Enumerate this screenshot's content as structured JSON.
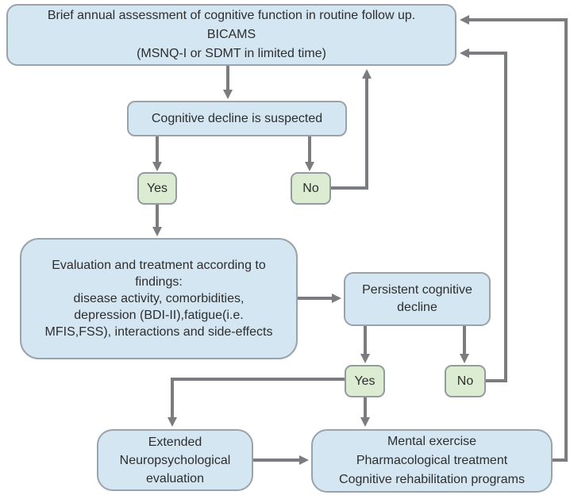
{
  "colors": {
    "background": "#ffffff",
    "box_fill": "#d5e6f3",
    "box_border": "#9aa2aa",
    "decision_fill": "#dcecd3",
    "decision_border": "#939b9e",
    "arrow": "#7b7c80",
    "text": "#2d2d2d"
  },
  "nodes": {
    "assessment": {
      "line1": "Brief annual assessment of cognitive function in routine follow up.",
      "line2": "BICAMS",
      "line3": "(MSNQ-I or SDMT in limited time)"
    },
    "suspected": {
      "label": "Cognitive decline is suspected"
    },
    "yes_upper": {
      "label": "Yes"
    },
    "no_upper": {
      "label": "No"
    },
    "evaluation": {
      "line1": "Evaluation and treatment according to",
      "line2": "findings:",
      "line3": "disease activity, comorbidities,",
      "line4": "depression (BDI-II),fatigue(i.e.",
      "line5": "MFIS,FSS), interactions and side-effects"
    },
    "persistent": {
      "line1": "Persistent cognitive",
      "line2": "decline"
    },
    "yes_lower": {
      "label": "Yes"
    },
    "no_lower": {
      "label": "No"
    },
    "extended": {
      "line1": "Extended",
      "line2": "Neuropsychological",
      "line3": "evaluation"
    },
    "treatment": {
      "line1": "Mental exercise",
      "line2": "Pharmacological treatment",
      "line3": "Cognitive rehabilitation programs"
    }
  }
}
